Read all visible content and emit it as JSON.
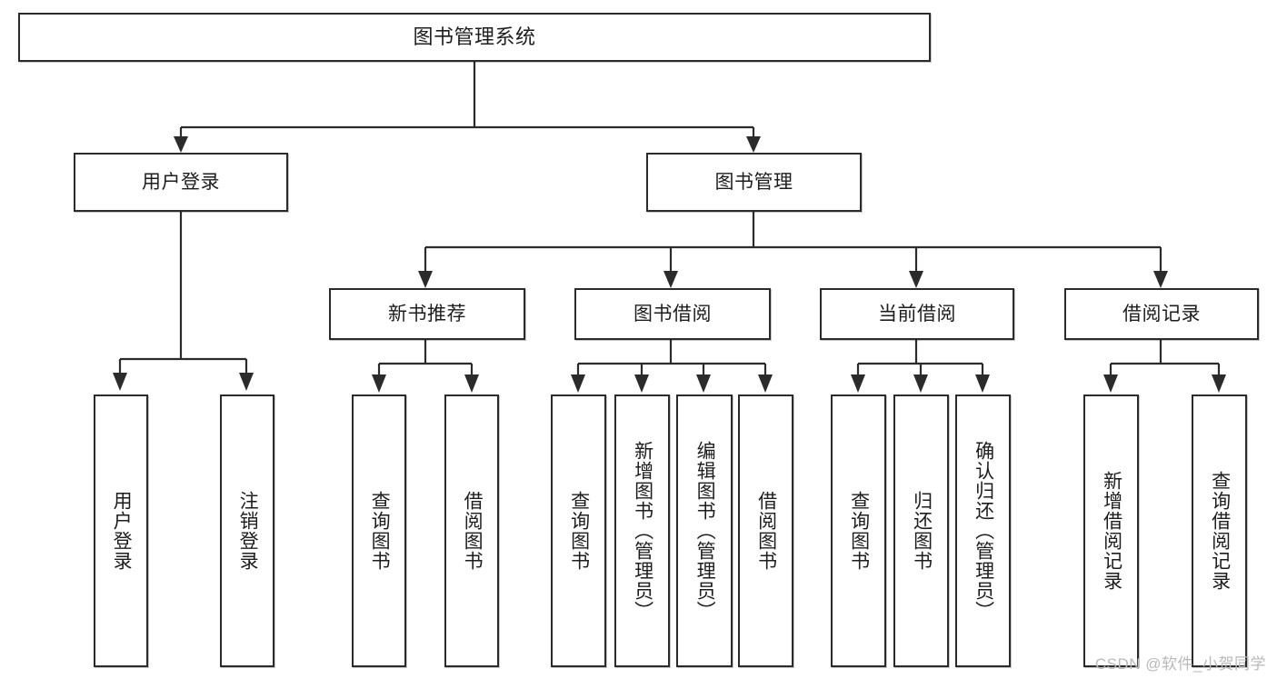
{
  "diagram": {
    "title": "图书管理系统",
    "type": "tree-hierarchy-chart",
    "watermark": "CSDN @软件_小贺同学",
    "colors": {
      "box_border": "#2b2b2b",
      "box_fill": "#ffffff",
      "text": "#1d1d1d",
      "connector": "#2b2b2b",
      "watermark": "#b9b9b9",
      "background": "#ffffff"
    },
    "root": {
      "label": "图书管理系统"
    },
    "level2": [
      {
        "label": "用户登录"
      },
      {
        "label": "图书管理"
      }
    ],
    "level3": [
      {
        "label": "新书推荐"
      },
      {
        "label": "图书借阅"
      },
      {
        "label": "当前借阅"
      },
      {
        "label": "借阅记录"
      }
    ],
    "leaves": {
      "user_login": [
        {
          "label": "用户登录"
        },
        {
          "label": "注销登录"
        }
      ],
      "new_book_recommend": [
        {
          "label": "查询图书"
        },
        {
          "label": "借阅图书"
        }
      ],
      "book_borrow": [
        {
          "label": "查询图书"
        },
        {
          "label": "新增图书（管理员）"
        },
        {
          "label": "编辑图书（管理员）"
        },
        {
          "label": "借阅图书"
        }
      ],
      "current_borrow": [
        {
          "label": "查询图书"
        },
        {
          "label": "归还图书"
        },
        {
          "label": "确认归还（管理员）"
        }
      ],
      "borrow_record": [
        {
          "label": "新增借阅记录"
        },
        {
          "label": "查询借阅记录"
        }
      ]
    }
  }
}
